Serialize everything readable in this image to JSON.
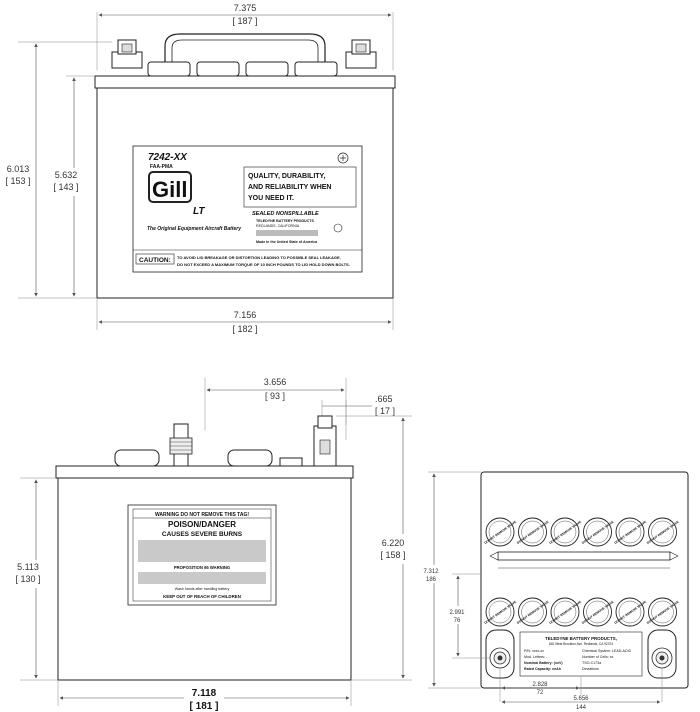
{
  "front_view": {
    "dims": {
      "top_width_in": "7.375",
      "top_width_mm": "[ 187 ]",
      "height_total_in": "6.013",
      "height_total_mm": "[ 153 ]",
      "height_case_in": "5.632",
      "height_case_mm": "[ 143 ]",
      "bottom_width_in": "7.156",
      "bottom_width_mm": "[ 182 ]"
    },
    "label": {
      "model": "7242-XX",
      "model_sub": "FAA-PMA",
      "brand": "Gill",
      "brand_suffix": "LT",
      "tagline": "The Original Equipment Aircraft Battery",
      "quality_lines": [
        "QUALITY, DURABILITY,",
        "AND RELIABILITY WHEN",
        "YOU NEED IT."
      ],
      "sealed": "SEALED NONSPILLABLE",
      "company": "TELEDYNE BATTERY PRODUCTS",
      "city": "REDLANDS, CALIFORNIA",
      "made_in": "Made in the United State of America",
      "caution_title": "CAUTION:",
      "caution_lines": [
        "TO AVOID LID BREAKAGE OR DISTORTION LEADING TO POSSIBLE SEAL LEAKAGE,",
        "DO NOT EXCEED A MAXIMUM TORQUE OF 10 INCH POUNDS TO LID HOLD DOWN BOLTS."
      ]
    }
  },
  "side_view": {
    "dims": {
      "terminal_span_in": "3.656",
      "terminal_span_mm": "[ 93 ]",
      "terminal_offset_in": ".665",
      "terminal_offset_mm": "[ 17 ]",
      "height_total_in": "6.220",
      "height_total_mm": "[ 158 ]",
      "height_case_in": "5.113",
      "height_case_mm": "[ 130 ]",
      "width_in": "7.118",
      "width_mm": "[ 181 ]"
    },
    "label": {
      "warning_tag": "WARNING DO NOT REMOVE THIS TAG!",
      "poison": "POISON/DANGER",
      "causes": "CAUSES SEVERE BURNS",
      "prop65": "PROPOSITION 65 WARNING",
      "wash": "Wash hands after handling battery",
      "keep_out": "KEEP OUT OF REACH OF CHILDREN"
    }
  },
  "top_view": {
    "dims": {
      "depth_in": "7.312",
      "depth_mm": "186",
      "vent_row_in": "2.991",
      "vent_row_mm": "76",
      "terminal_x_in": "2.828",
      "terminal_x_mm": "72",
      "width_in": "5.656",
      "width_mm": "144"
    },
    "label": {
      "company": "TELEDYNE BATTERY PRODUCTS,",
      "address": "840 West Brockton Ave. Redlands, CA 92374",
      "pn": "P/N: xxxx-xx",
      "mod": "Mod. Letters: -",
      "nominal": "Nominal Battery: (xxV)",
      "rated": "Rated Capacity: xxAh",
      "chem": "Chemical System: LEAD-ACID",
      "cells": "Number of Cells: xx",
      "tso": "TSO-C173a",
      "dev": "Deviations"
    },
    "vent_text": "DO NOT REMOVE VALVE"
  }
}
